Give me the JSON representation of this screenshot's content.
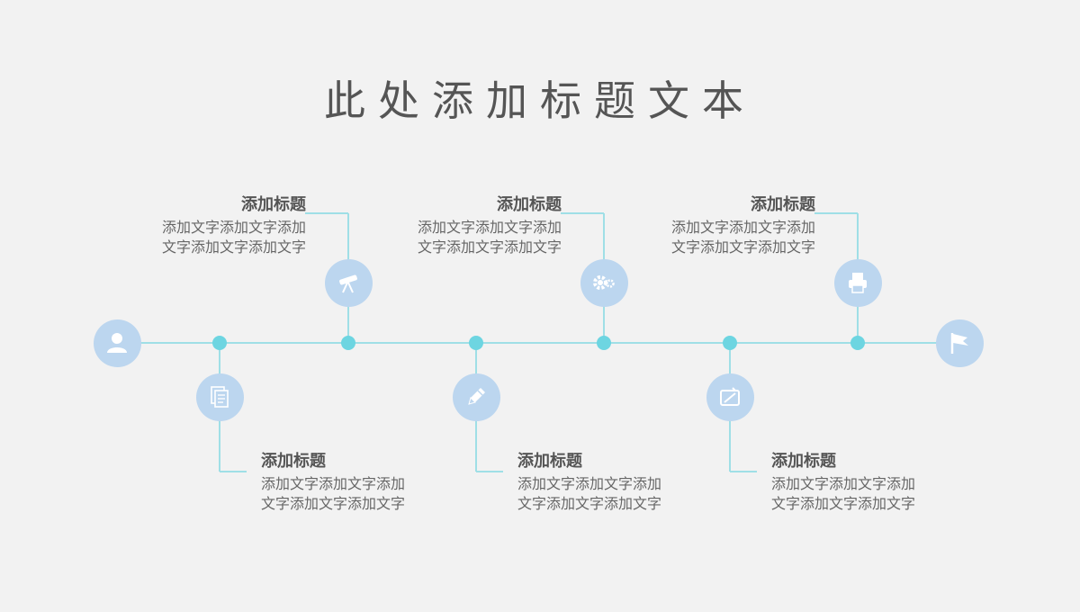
{
  "title": "此处添加标题文本",
  "colors": {
    "background": "#f2f2f2",
    "line": "#9fdfe6",
    "dot": "#6dd5e1",
    "icon_bg": "#bcd6ef",
    "text": "#555555"
  },
  "start_icon": "user-icon",
  "end_icon": "flag-icon",
  "items": [
    {
      "position": "below",
      "icon": "documents-icon",
      "heading": "添加标题",
      "text_line1": "添加文字添加文字添加",
      "text_line2": "文字添加文字添加文字"
    },
    {
      "position": "above",
      "icon": "telescope-icon",
      "heading": "添加标题",
      "text_line1": "添加文字添加文字添加",
      "text_line2": "文字添加文字添加文字"
    },
    {
      "position": "below",
      "icon": "pencil-icon",
      "heading": "添加标题",
      "text_line1": "添加文字添加文字添加",
      "text_line2": "文字添加文字添加文字"
    },
    {
      "position": "above",
      "icon": "gears-icon",
      "heading": "添加标题",
      "text_line1": "添加文字添加文字添加",
      "text_line2": "文字添加文字添加文字"
    },
    {
      "position": "below",
      "icon": "tablet-icon",
      "heading": "添加标题",
      "text_line1": "添加文字添加文字添加",
      "text_line2": "文字添加文字添加文字"
    },
    {
      "position": "above",
      "icon": "printer-icon",
      "heading": "添加标题",
      "text_line1": "添加文字添加文字添加",
      "text_line2": "文字添加文字添加文字"
    }
  ]
}
